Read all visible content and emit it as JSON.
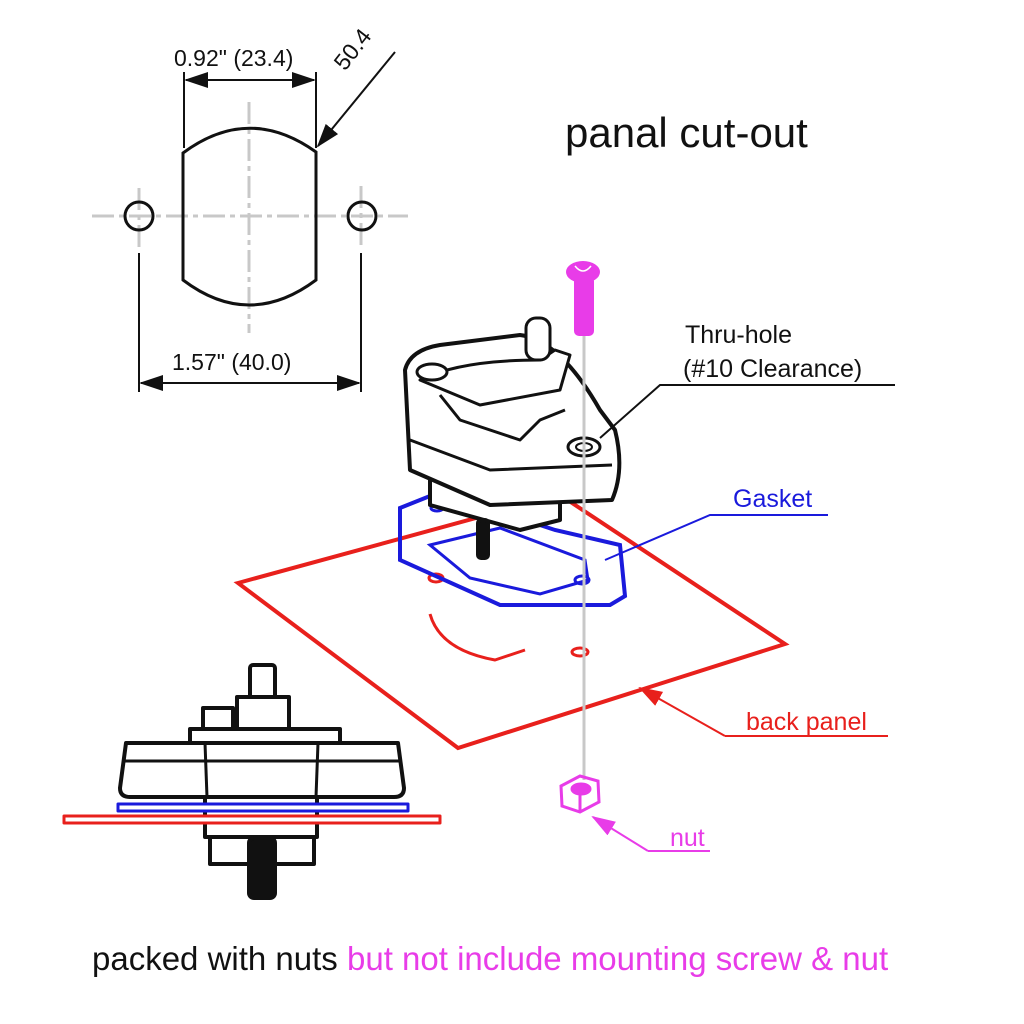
{
  "title": "panal cut-out",
  "cutout": {
    "width_label": "0.92\" (23.4)",
    "radius_label": "50.4",
    "hole_spacing_label": "1.57\" (40.0)"
  },
  "callouts": {
    "thru_hole_line1": "Thru-hole",
    "thru_hole_line2": "(#10 Clearance)",
    "gasket": "Gasket",
    "back_panel": "back panel",
    "nut": "nut"
  },
  "footer": {
    "black_text": "packed with nuts",
    "magenta_text": "but not include mounting screw & nut"
  },
  "colors": {
    "line": "#111111",
    "centerline": "#c8c8c8",
    "gasket": "#1a1adc",
    "panel": "#e8201c",
    "hardware": "#e83ce8"
  }
}
